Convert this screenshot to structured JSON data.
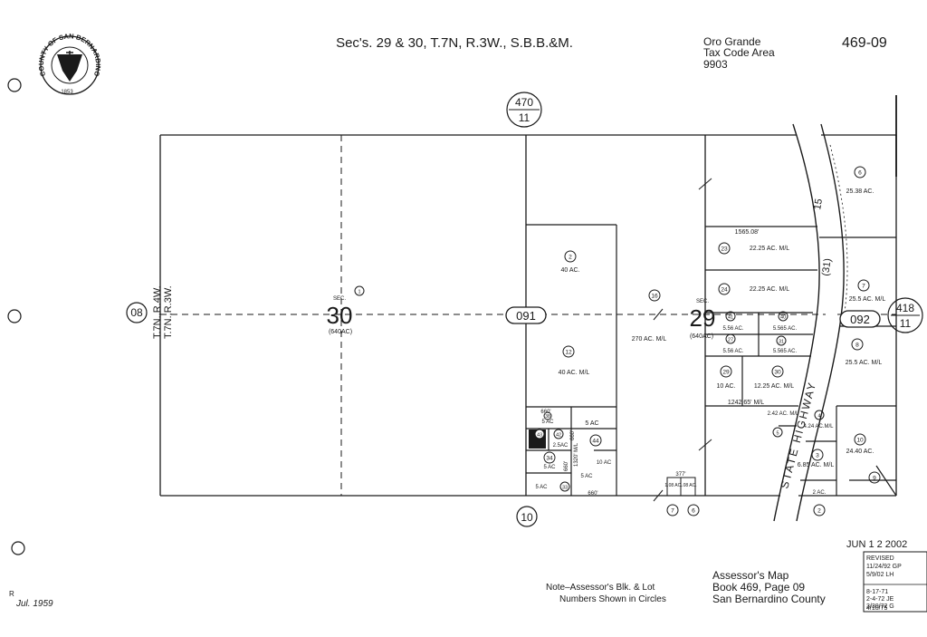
{
  "header": {
    "title": "Sec's. 29 & 30, T.7N, R.3W., S.B.B.&M.",
    "area_name": "Oro Grande",
    "tax_code_label": "Tax Code Area",
    "tax_code": "9903",
    "map_number": "469-09"
  },
  "seal": {
    "text": "COUNTY OF SAN BERNARDINO",
    "year": "1853"
  },
  "adjacent_maps": {
    "top": "470",
    "top_sub": "11",
    "left": "08",
    "right": "418",
    "right_sub": "11",
    "bottom": "10"
  },
  "township_labels": {
    "west": "T.7N.,R.4W.",
    "east": "T.7N.,R.3W."
  },
  "blocks": {
    "center": "091",
    "east": "092"
  },
  "sections": {
    "s30": {
      "prefix": "SEC.",
      "number": "30",
      "area": "(640AC)"
    },
    "s29": {
      "prefix": "SEC.",
      "number": "29",
      "area": "(640AC)"
    }
  },
  "parcels": [
    {
      "no": "1"
    },
    {
      "no": "2",
      "area": "40 AC."
    },
    {
      "no": "12",
      "area": "40 AC. M/L"
    },
    {
      "no": "16",
      "area": "270 AC. M/L"
    },
    {
      "no": "23",
      "area": "22.25 AC. M/L"
    },
    {
      "no": "24",
      "area": "22.25 AC. M/L"
    },
    {
      "no": "41",
      "area": "5.56 AC."
    },
    {
      "no": "40",
      "area": "5.565 AC."
    },
    {
      "no": "27",
      "area": "5.56 AC."
    },
    {
      "no": "31",
      "area": "5.565 AC."
    },
    {
      "no": "29",
      "area": "10 AC."
    },
    {
      "no": "30",
      "area": "12.25 AC. M/L"
    },
    {
      "no": "6",
      "area": "25.38 AC."
    },
    {
      "no": "7",
      "area": "25.5 AC. M/L"
    },
    {
      "no": "8",
      "area": "25.5 AC. M/L"
    },
    {
      "no": "10",
      "area": "24.40 AC."
    },
    {
      "no": "9"
    },
    {
      "no": "4",
      "area": "4.24 AC.M/L"
    },
    {
      "no": "5",
      "area": "2.42 AC. M/L"
    },
    {
      "no": "3",
      "area": "6.85 AC. M/L"
    },
    {
      "no": "2",
      "area": "2 AC."
    },
    {
      "no": "38",
      "area": "5 AC"
    },
    {
      "no": "43"
    },
    {
      "no": "42",
      "area": "2.5AC"
    },
    {
      "no": "44",
      "area": "5 AC"
    },
    {
      "no": "34",
      "area": "5 AC"
    },
    {
      "no": "33",
      "area": "5 AC"
    },
    {
      "no": "5",
      "area": "10 AC"
    },
    {
      "no": "5",
      "area": "5 AC"
    },
    {
      "no": "7",
      "area": "1.08 AC."
    },
    {
      "no": "6",
      "area": "1.08 AC."
    }
  ],
  "dimensions": {
    "d1565": "1565.08'",
    "d1242": "1242.65' M/L",
    "d660a": "660'",
    "d660b": "660'",
    "d660c": "660'",
    "d660d": "660'",
    "d1320": "1320' M/L",
    "d377": "377'"
  },
  "highway": {
    "label": "STATE HIGHWAY",
    "route": "15",
    "old_route": "(31)"
  },
  "stamp": {
    "date": "JUN 1 2 2002",
    "revised_label": "REVISED",
    "revisions": [
      "11/24/92 GP",
      "5/9/02 LH",
      "8-17-71",
      "2-4-72 JE",
      "3/30/72 G",
      "4/10/75"
    ]
  },
  "note": {
    "line1": "Note–Assessor's Blk. & Lot",
    "line2": "Numbers Shown in Circles"
  },
  "footer": {
    "line1": "Assessor's Map",
    "line2": "Book 469, Page 09",
    "line3": "San Bernardino County",
    "date": "Jul. 1959",
    "corner_mark": "R"
  },
  "colors": {
    "ink": "#1a1a1a",
    "paper": "#ffffff"
  }
}
